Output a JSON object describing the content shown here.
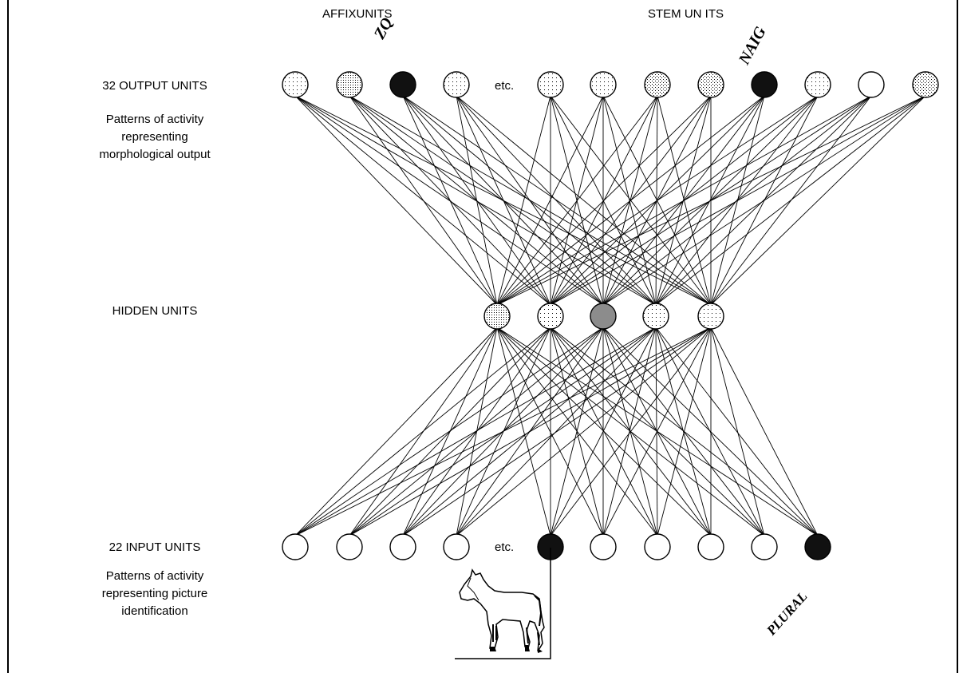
{
  "header": {
    "affix_units": "AFFIXUNITS",
    "stem_units": "STEM UN ITS"
  },
  "output_layer": {
    "title": "32 OUTPUT UNITS",
    "description": [
      "Patterns of activity",
      "representing",
      "morphological output"
    ],
    "etc": "etc.",
    "affix_output_label": "ZQ",
    "stem_output_label": "NAIG",
    "units": [
      "dotted-sparse",
      "dotted-dense",
      "black",
      "dotted-sparse",
      "dotted-sparse",
      "dotted-sparse",
      "dotted-medium",
      "dotted-medium",
      "black",
      "dotted-sparse",
      "empty",
      "dotted-medium"
    ]
  },
  "hidden_layer": {
    "title": "HIDDEN UNITS",
    "units": [
      "dotted-dense",
      "dotted-sparse",
      "grey",
      "dotted-sparse",
      "dotted-sparse"
    ]
  },
  "input_layer": {
    "title": "22 INPUT UNITS",
    "description": [
      "Patterns of activity",
      "representing picture",
      "identification"
    ],
    "etc": "etc.",
    "plural_label": "PLURAL",
    "units": [
      "empty",
      "empty",
      "empty",
      "empty",
      "black",
      "empty",
      "empty",
      "empty",
      "empty",
      "black"
    ]
  },
  "picture": {
    "icon": "horse-icon"
  }
}
